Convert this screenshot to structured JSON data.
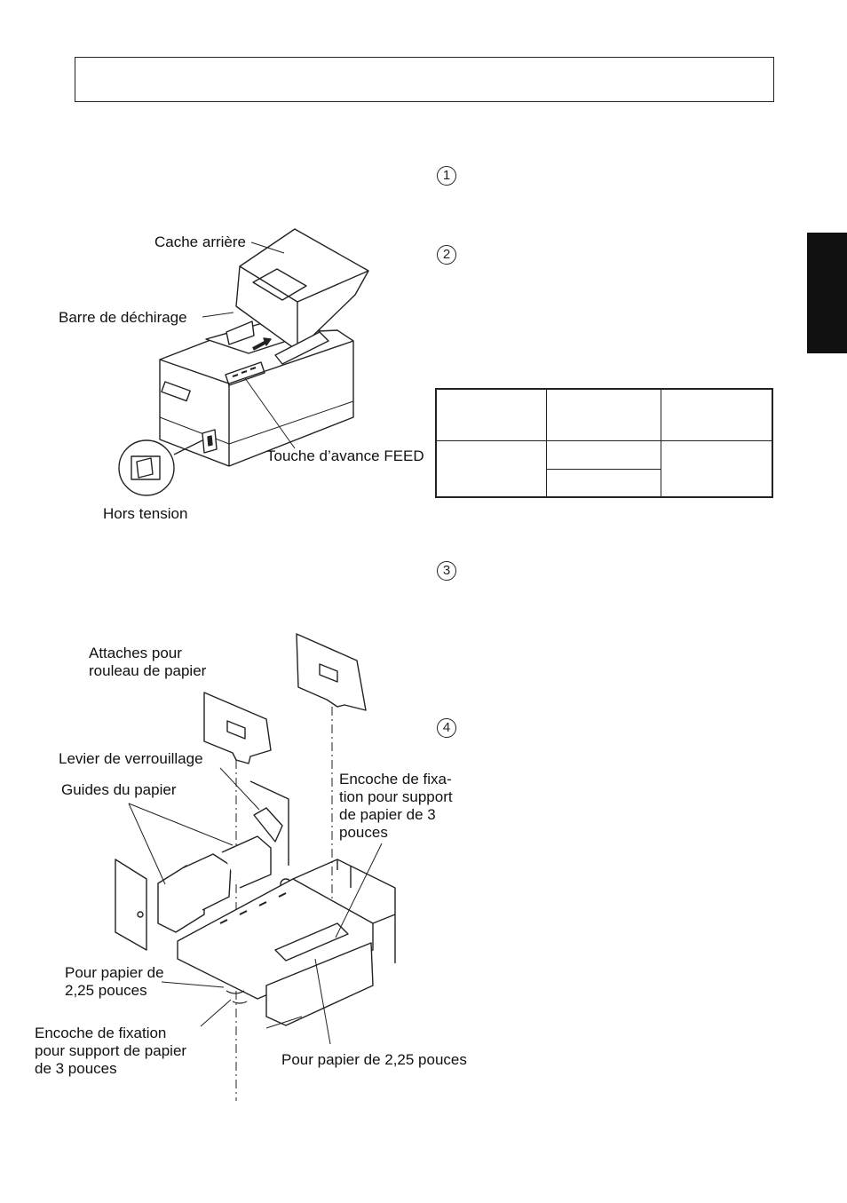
{
  "title_box": "",
  "steps": [
    "1",
    "2",
    "3",
    "4"
  ],
  "figure1": {
    "labels": {
      "rear_cover": "Cache arrière",
      "tear_bar": "Barre de déchirage",
      "feed_key": "Touche d’avance FEED",
      "power_off": "Hors tension"
    }
  },
  "figure2": {
    "labels": {
      "roll_clips": "Attaches pour\nrouleau de papier",
      "lock_lever": "Levier de verrouillage",
      "paper_guides": "Guides du papier",
      "notch_right": "Encoche de fixa-\ntion pour support\nde papier de 3\npouces",
      "paper_225_left": "Pour papier de\n2,25 pouces",
      "notch_left": "Encoche de fixation\npour support de papier\nde 3 pouces",
      "paper_225_right": "Pour papier de 2,25 pouces"
    }
  },
  "table": {
    "header": [
      "",
      "",
      ""
    ],
    "row1": {
      "c1": "",
      "c2a": "",
      "c2b": "",
      "c3": ""
    }
  }
}
